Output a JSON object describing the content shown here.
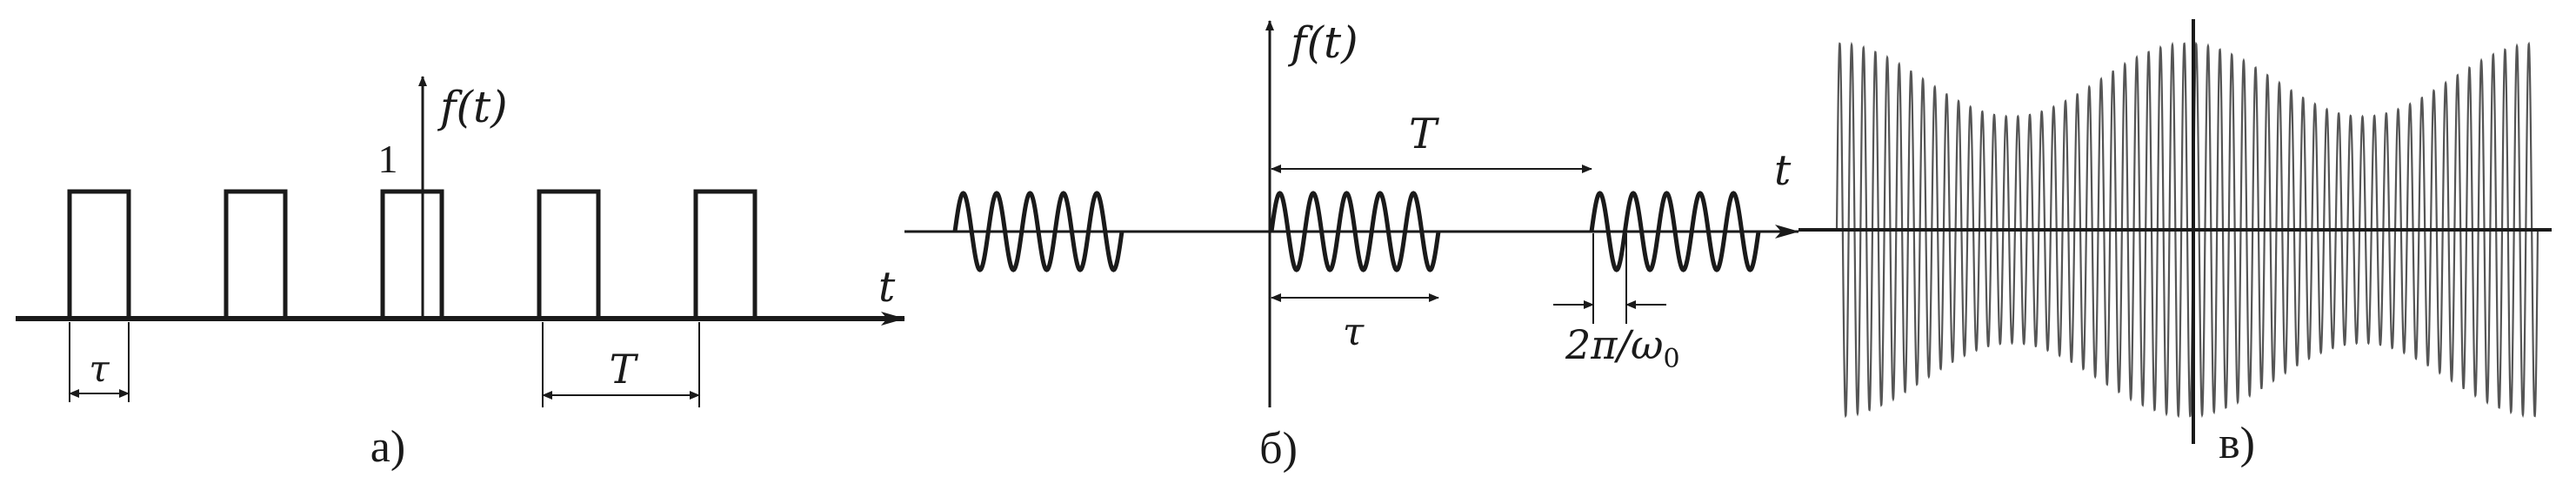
{
  "panel_a": {
    "caption": "а)",
    "axis_t": "t",
    "axis_f": "f(t)",
    "level": "1",
    "width_label": "τ",
    "period_label": "T",
    "pulse_count": 5
  },
  "panel_b": {
    "caption": "б)",
    "axis_t": "t",
    "axis_f": "f(t)",
    "period_label": "T",
    "width_label": "τ",
    "carrier_label_main": "2π/ω",
    "carrier_label_sub": "0",
    "burst_count": 3,
    "cycles_per_burst": 5
  },
  "panel_c": {
    "caption": "в)",
    "cycle_count": 59
  },
  "colors": {
    "ink": "#1a1a1a",
    "wave_c": "#555555"
  }
}
